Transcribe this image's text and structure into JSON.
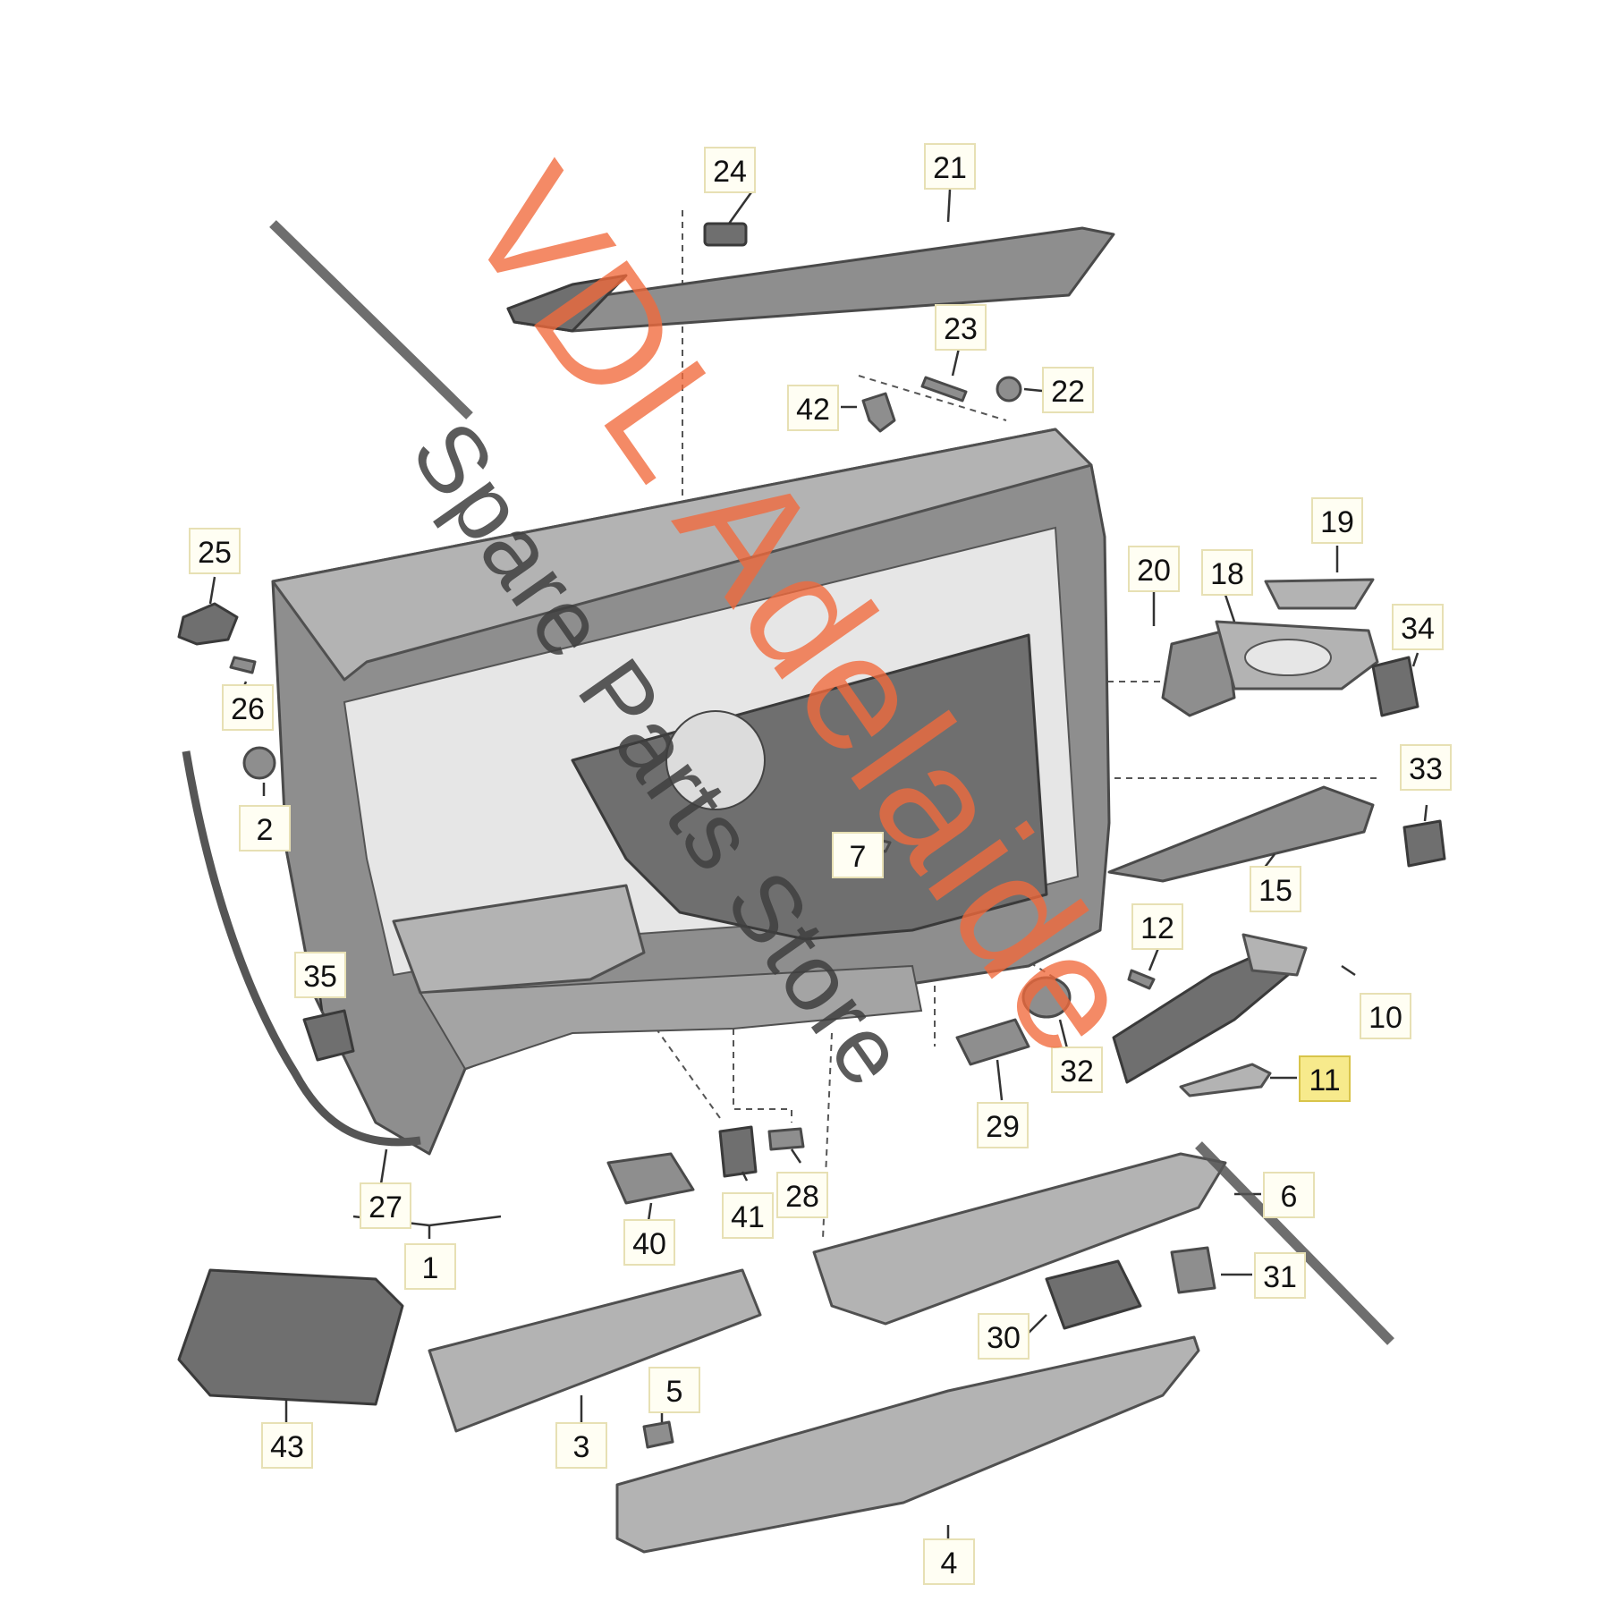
{
  "callouts": [
    {
      "id": "24",
      "text": "24"
    },
    {
      "id": "21",
      "text": "21"
    },
    {
      "id": "23",
      "text": "23"
    },
    {
      "id": "22",
      "text": "22"
    },
    {
      "id": "42",
      "text": "42"
    },
    {
      "id": "25",
      "text": "25"
    },
    {
      "id": "26",
      "text": "26"
    },
    {
      "id": "2",
      "text": "2"
    },
    {
      "id": "20",
      "text": "20"
    },
    {
      "id": "18",
      "text": "18"
    },
    {
      "id": "19",
      "text": "19"
    },
    {
      "id": "34",
      "text": "34"
    },
    {
      "id": "33",
      "text": "33"
    },
    {
      "id": "7",
      "text": "7"
    },
    {
      "id": "15",
      "text": "15"
    },
    {
      "id": "12",
      "text": "12"
    },
    {
      "id": "35",
      "text": "35"
    },
    {
      "id": "10",
      "text": "10"
    },
    {
      "id": "11",
      "text": "11",
      "highlight": true
    },
    {
      "id": "32",
      "text": "32"
    },
    {
      "id": "29",
      "text": "29"
    },
    {
      "id": "27",
      "text": "27"
    },
    {
      "id": "41",
      "text": "41"
    },
    {
      "id": "28",
      "text": "28"
    },
    {
      "id": "40",
      "text": "40"
    },
    {
      "id": "6",
      "text": "6"
    },
    {
      "id": "1",
      "text": "1"
    },
    {
      "id": "31",
      "text": "31"
    },
    {
      "id": "30",
      "text": "30"
    },
    {
      "id": "43",
      "text": "43"
    },
    {
      "id": "5",
      "text": "5"
    },
    {
      "id": "3",
      "text": "3"
    },
    {
      "id": "4",
      "text": "4"
    }
  ],
  "watermark": {
    "line1": "VDL Adelaide",
    "line2": "Spare Parts Store",
    "line1_color": "#f26a3c",
    "line2_color": "#3f3f3f"
  },
  "colors": {
    "part": "#8e8e8e",
    "outline": "#4a4a4a",
    "label_bg": "#fffef3",
    "highlight_bg": "#f7ea8c"
  }
}
